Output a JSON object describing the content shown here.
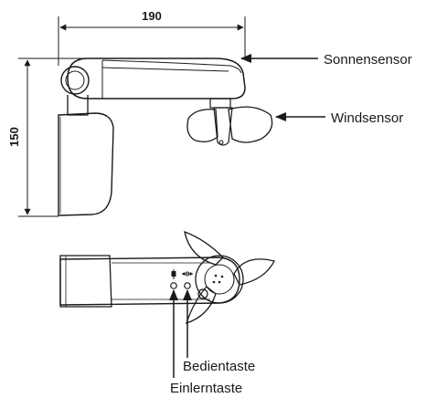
{
  "dimensions": {
    "width_label": "190",
    "height_label": "150"
  },
  "callouts": {
    "sun_sensor": "Sonnensensor",
    "wind_sensor": "Windsensor",
    "operating_button": "Bedientaste",
    "learn_button": "Einlerntaste"
  }
}
